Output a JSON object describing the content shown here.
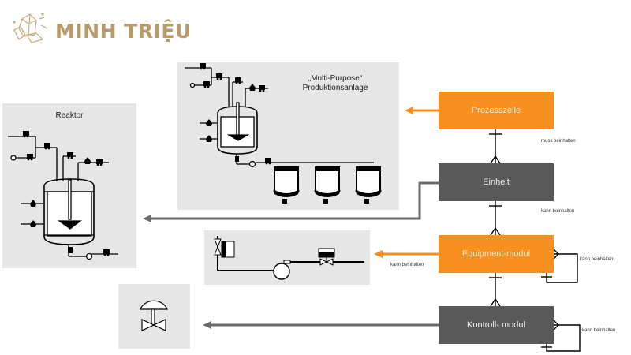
{
  "brand": {
    "name": "MINH TRIỆU",
    "logo_icon": "crystal-icon",
    "color": "#b99a68"
  },
  "panels": {
    "reaktor": {
      "title": "Reaktor"
    },
    "production_plant": {
      "title_line1": "„Multi-Purpose“",
      "title_line2": "Produktionsanlage"
    },
    "equipment_schematic": {
      "title": ""
    },
    "control_valve": {
      "title": ""
    }
  },
  "hierarchy": {
    "boxes": [
      {
        "id": "prozesszelle",
        "label": "Prozesszelle",
        "color": "#f7901e"
      },
      {
        "id": "einheit",
        "label": "Einheit",
        "color": "#595959"
      },
      {
        "id": "equipment",
        "label": "Equipment-modul",
        "color": "#f7901e"
      },
      {
        "id": "kontroll",
        "label": "Kontroll- modul",
        "color": "#595959"
      }
    ],
    "relations": {
      "prozesszelle_einheit": "muss beinhalten",
      "einheit_equipment": "kann beinhalten",
      "equipment_self": "kann beinhalten",
      "equipment_arrow": "kann beinhalten",
      "kontroll_self": "kann beinhalten"
    }
  },
  "colors": {
    "orange": "#f7901e",
    "dark_gray": "#595959",
    "panel_bg": "#e6e6e6"
  }
}
